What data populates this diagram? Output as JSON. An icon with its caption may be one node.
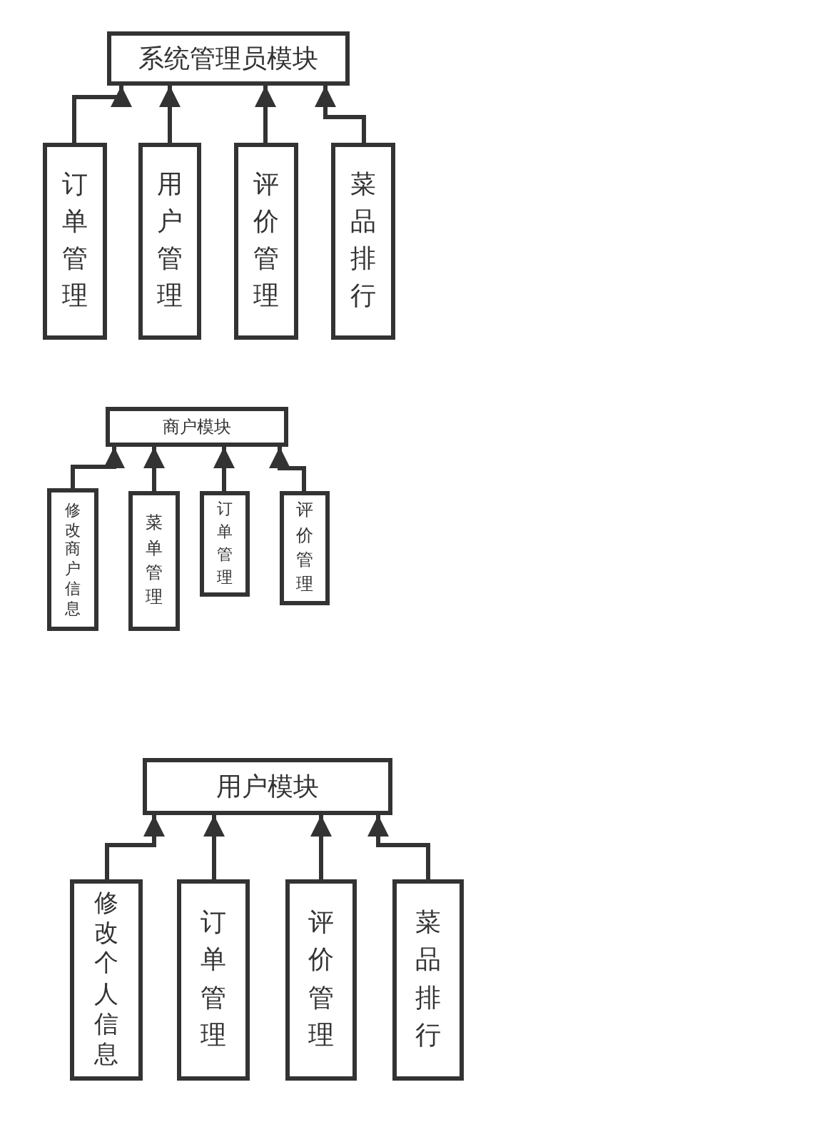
{
  "diagram": {
    "nodes": [
      {
        "text": [
          "系统管理员模块"
        ]
      },
      {
        "text": [
          "订单管理"
        ]
      },
      {
        "text": [
          "用户管理"
        ]
      },
      {
        "text": [
          "评价管理"
        ]
      },
      {
        "text": [
          "菜品排行"
        ]
      },
      {
        "text": [
          "商户模块"
        ]
      },
      {
        "text": [
          "修改商户信息"
        ]
      },
      {
        "text": [
          "菜单管理"
        ]
      },
      {
        "text": [
          "订单管理"
        ]
      },
      {
        "text": [
          "评价管理"
        ]
      },
      {
        "text": [
          "用户模块"
        ]
      },
      {
        "text": [
          "修改个人信息"
        ]
      },
      {
        "text": [
          "订单管理"
        ]
      },
      {
        "text": [
          "评价管理"
        ]
      },
      {
        "text": [
          "菜品排行"
        ]
      }
    ],
    "edges": [
      {
        "from": 1,
        "to": 0,
        "arrow": "to"
      },
      {
        "from": 2,
        "to": 0,
        "arrow": "to"
      },
      {
        "from": 3,
        "to": 0,
        "arrow": "to"
      },
      {
        "from": 4,
        "to": 0,
        "arrow": "to"
      },
      {
        "from": 6,
        "to": 5,
        "arrow": "to"
      },
      {
        "from": 7,
        "to": 5,
        "arrow": "to"
      },
      {
        "from": 8,
        "to": 5,
        "arrow": "to"
      },
      {
        "from": 9,
        "to": 5,
        "arrow": "to"
      },
      {
        "from": 11,
        "to": 10,
        "arrow": "to"
      },
      {
        "from": 12,
        "to": 10,
        "arrow": "to"
      },
      {
        "from": 13,
        "to": 10,
        "arrow": "to"
      },
      {
        "from": 14,
        "to": 10,
        "arrow": "to"
      }
    ]
  }
}
